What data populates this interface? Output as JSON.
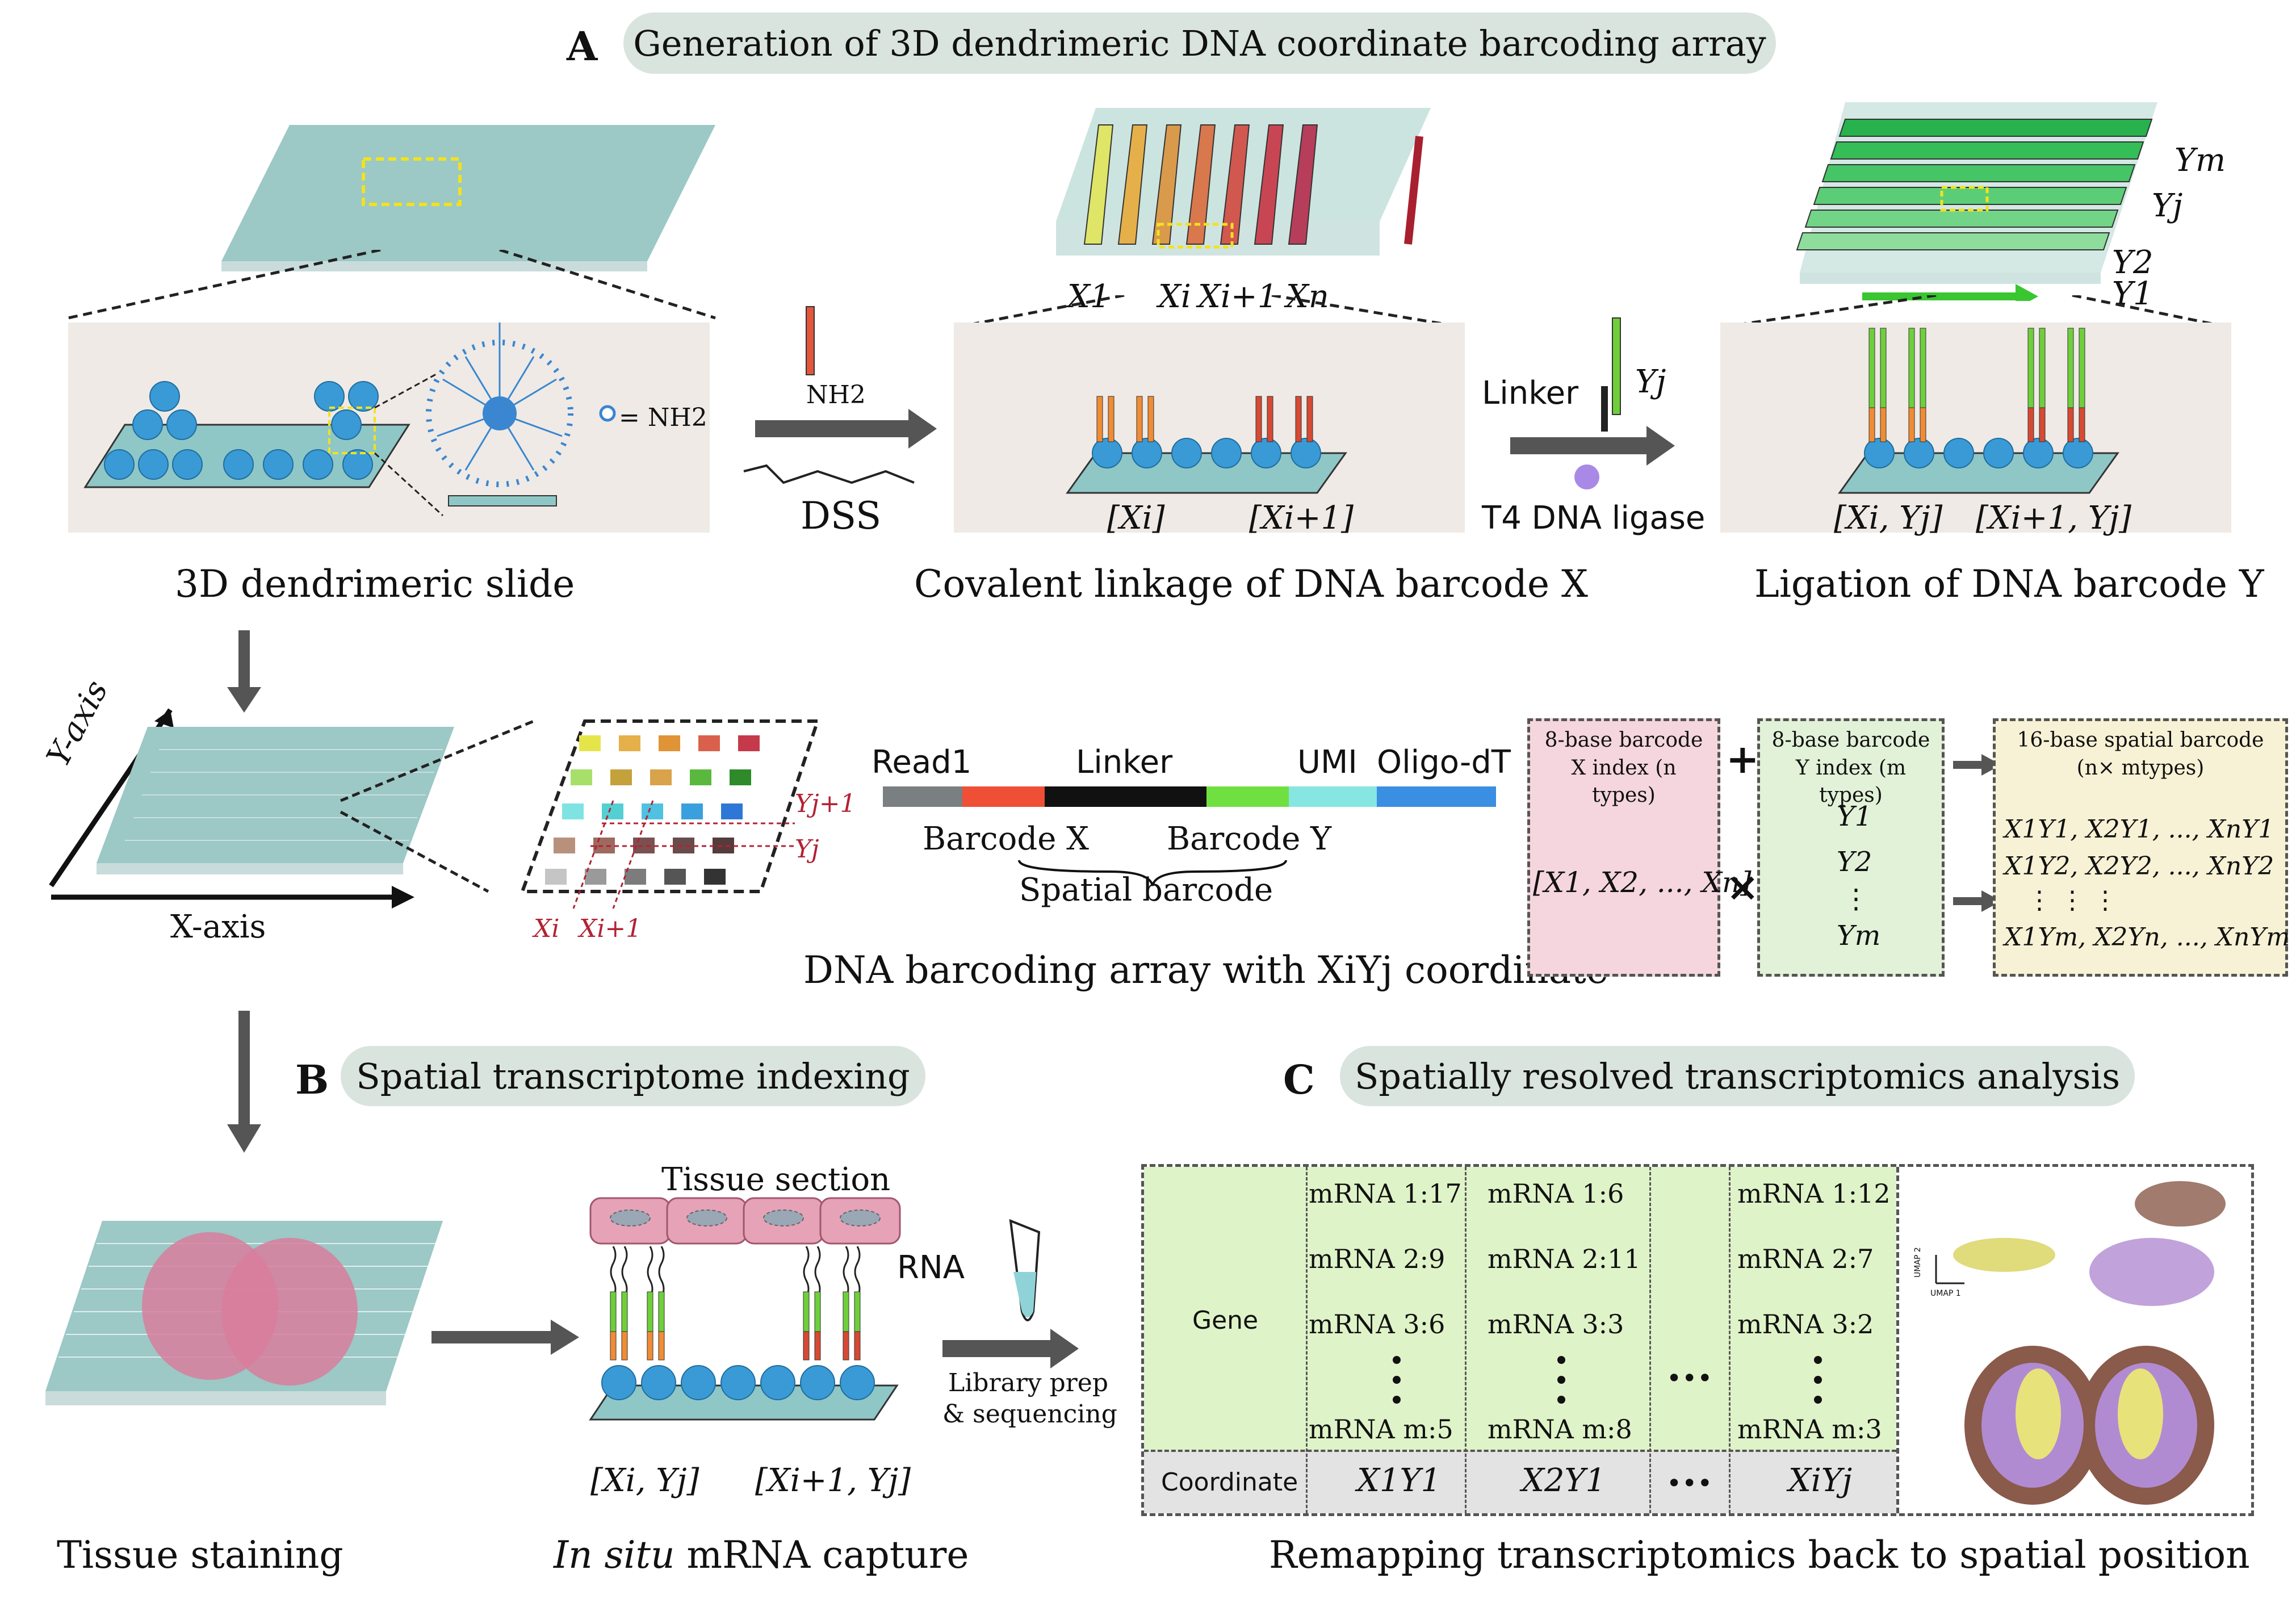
{
  "colors": {
    "pill": "#d9e4df",
    "slide": "#8fbfbf",
    "bead": "#3a9ad6",
    "barcodeX": "#ef8c35",
    "barcodeX2": "#d64933",
    "barcodeY": "#6fcf3b",
    "tissue": "#d87e9c",
    "gene_bg": "#dff3c8",
    "coord_bg": "#e6e6e6"
  },
  "panelA": {
    "letter": "A",
    "title": "Generation of 3D dendrimeric DNA coordinate barcoding array",
    "step1_caption": "3D dendrimeric slide",
    "step2_caption": "Covalent linkage of DNA barcode X",
    "step3_caption": "Ligation of DNA barcode Y",
    "nh2_label": "NH2",
    "nh2_legend": "= NH2",
    "dss_label": "DSS",
    "linker_label": "Linker",
    "yj_label": "Yj",
    "ligase_label": "T4 DNA  ligase",
    "x_ticks": [
      "X1",
      "Xi",
      "Xi+1",
      "Xn"
    ],
    "y_ticks": [
      "Ym",
      "Yj",
      "Y2",
      "Y1"
    ],
    "xi_label": "[Xi]",
    "xi1_label": "[Xi+1]",
    "xiyj_label": "[Xi, Yj]",
    "xi1yj_label": "[Xi+1, Yj]"
  },
  "array": {
    "y_axis": "Y-axis",
    "x_axis": "X-axis",
    "yj1": "Yj+1",
    "yj": "Yj",
    "xi": "Xi",
    "xi1": "Xi+1",
    "read1": "Read1",
    "linker": "Linker",
    "umi": "UMI",
    "oligo": "Oligo-dT",
    "barcode_x": "Barcode X",
    "barcode_y": "Barcode Y",
    "spatial_barcode": "Spatial barcode",
    "caption": "DNA barcoding array with XiYj coordinate"
  },
  "index": {
    "x_title": "8-base barcode X index (n types)",
    "x_set": "[X1, X2, ..., Xn]",
    "y_title": "8-base barcode Y index (m types)",
    "y_set": [
      "Y1",
      "Y2",
      "⋮",
      "Ym"
    ],
    "s_title": "16-base spatial barcode (n× mtypes)",
    "s_rows": [
      "X1Y1, X2Y1, ..., XnY1",
      "X1Y2, X2Y2, ..., XnY2",
      "⋮          ⋮          ⋮",
      "X1Ym, X2Yn, ..., XnYm"
    ],
    "plus": "+",
    "times": "×"
  },
  "panelB": {
    "letter": "B",
    "title": "Spatial transcriptome indexing",
    "staining_caption": "Tissue staining",
    "capture_caption": "In situ mRNA capture",
    "capture_caption_italic": "In situ",
    "capture_caption_rest": " mRNA capture",
    "tissue_section": "Tissue section",
    "rna": "RNA",
    "library": "Library prep",
    "sequencing": "& sequencing",
    "xiyj_label": "[Xi, Yj]",
    "xi1yj_label": "[Xi+1, Yj]"
  },
  "panelC": {
    "letter": "C",
    "title": "Spatially resolved transcriptomics analysis",
    "gene": "Gene",
    "coordinate": "Coordinate",
    "columns": [
      {
        "rows": [
          "mRNA 1:17",
          "mRNA 2:9",
          "mRNA 3:6",
          "mRNA m:5"
        ],
        "coord": "X1Y1"
      },
      {
        "rows": [
          "mRNA 1:6",
          "mRNA 2:11",
          "mRNA 3:3",
          "mRNA m:8"
        ],
        "coord": "X2Y1"
      },
      {
        "rows": [
          "mRNA 1:12",
          "mRNA 2:7",
          "mRNA 3:2",
          "mRNA m:3"
        ],
        "coord": "XiYj"
      }
    ],
    "ellipsis": "•••",
    "umap1": "UMAP 1",
    "umap2": "UMAP 2",
    "caption": "Remapping transcriptomics back to spatial position"
  }
}
